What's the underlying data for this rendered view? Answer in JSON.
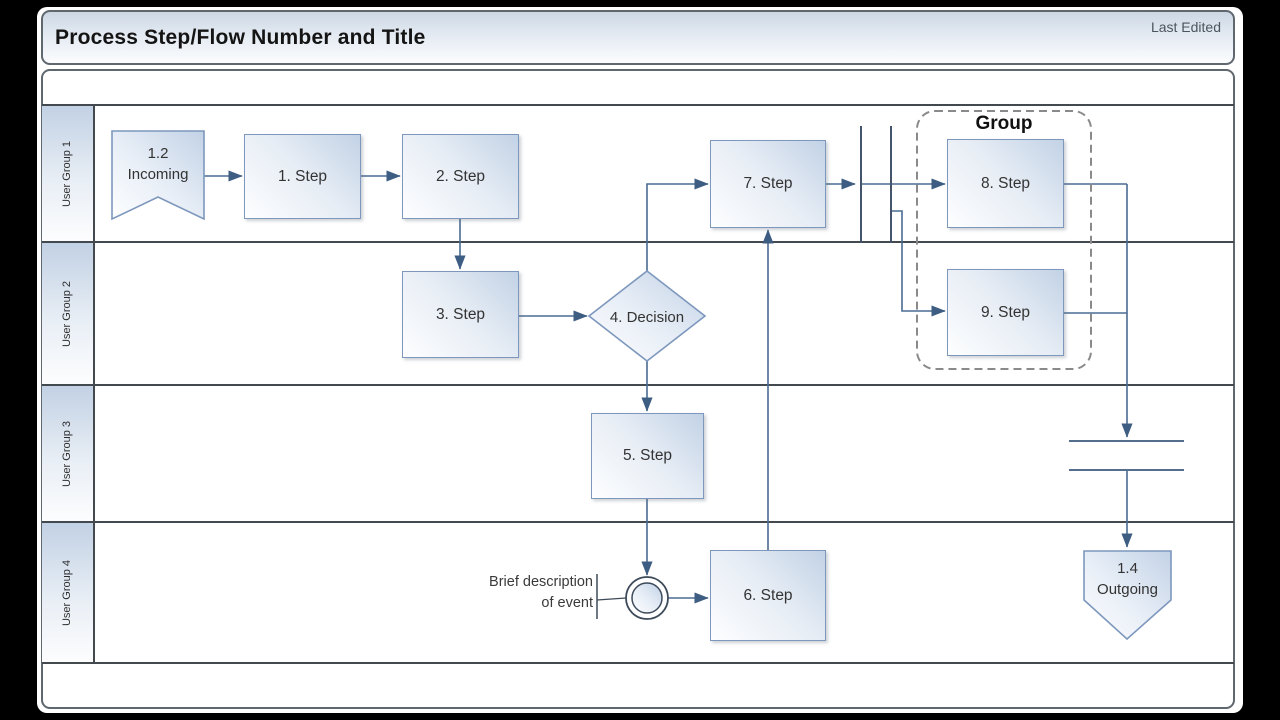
{
  "header": {
    "title": "Process Step/Flow Number and Title",
    "last_edited": "Last Edited"
  },
  "lanes": [
    {
      "label": "User Group 1"
    },
    {
      "label": "User Group 2"
    },
    {
      "label": "User Group 3"
    },
    {
      "label": "User Group 4"
    }
  ],
  "nodes": {
    "incoming": {
      "number": "1.2",
      "label": "Incoming"
    },
    "step1": {
      "label": "1. Step"
    },
    "step2": {
      "label": "2. Step"
    },
    "step3": {
      "label": "3. Step"
    },
    "decision": {
      "label": "4. Decision"
    },
    "step5": {
      "label": "5. Step"
    },
    "step6": {
      "label": "6. Step"
    },
    "step7": {
      "label": "7. Step"
    },
    "step8": {
      "label": "8. Step"
    },
    "step9": {
      "label": "9. Step"
    },
    "group": {
      "label": "Group"
    },
    "outgoing": {
      "number": "1.4",
      "label": "Outgoing"
    }
  },
  "annotations": {
    "event_description_line1": "Brief description",
    "event_description_line2": "of event"
  },
  "colors": {
    "connector": "#4a6b92",
    "arrowhead": "#3e5d82",
    "shape_border": "#7d97bd",
    "shape_fill": "#c2d2e6",
    "lane_line": "#42494f",
    "group_dash": "#8a8a8a"
  }
}
